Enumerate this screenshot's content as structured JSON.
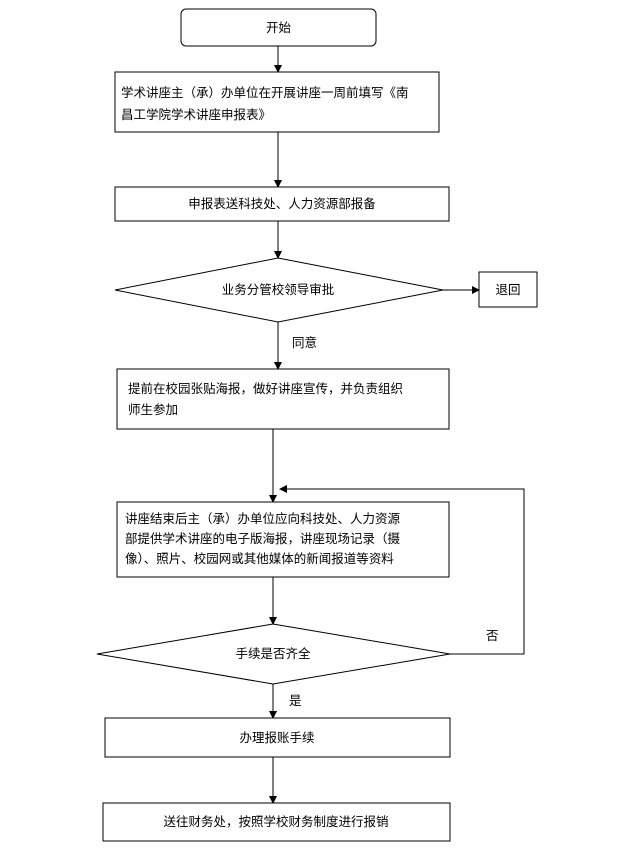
{
  "flowchart": {
    "start": "开始",
    "step1": {
      "line1": "学术讲座主（承）办单位在开展讲座一周前填写《南",
      "line2": "昌工学院学术讲座申报表》"
    },
    "step2": "申报表送科技处、人力资源部报备",
    "decision1": "业务分管校领导审批",
    "reject": "退回",
    "agree_label": "同意",
    "step3": {
      "line1": "提前在校园张贴海报，做好讲座宣传，并负责组织",
      "line2": "师生参加"
    },
    "step4": {
      "line1": "讲座结束后主（承）办单位应向科技处、人力资源",
      "line2": "部提供学术讲座的电子版海报，讲座现场记录（摄",
      "line3": "像）、照片、校园网或其他媒体的新闻报道等资料"
    },
    "decision2": "手续是否齐全",
    "no_label": "否",
    "yes_label": "是",
    "step5": "办理报账手续",
    "step6": "送往财务处，按照学校财务制度进行报销"
  }
}
